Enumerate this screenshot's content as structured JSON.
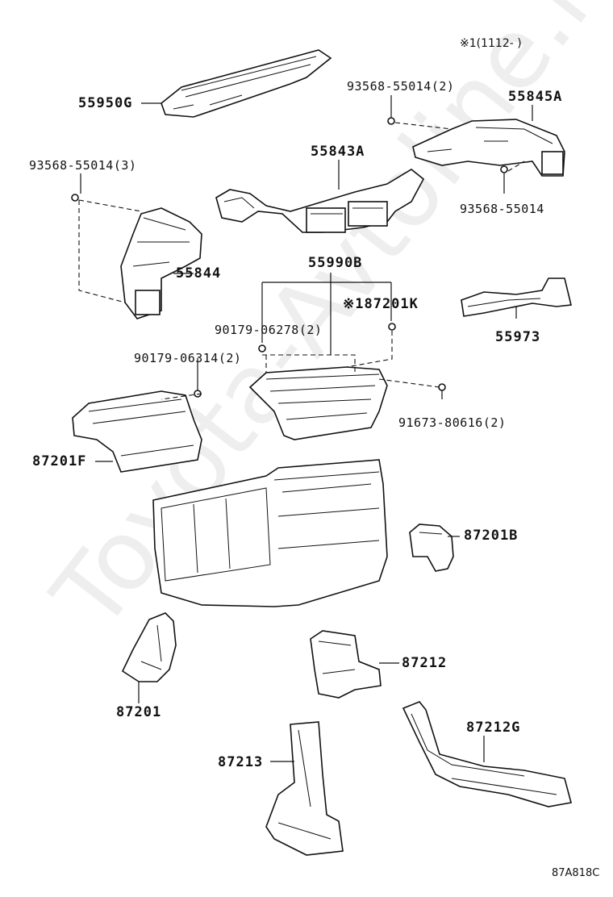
{
  "diagram": {
    "note": "※1(1112-    )",
    "code": "87A818C",
    "watermark": "Toyota-Avtoline.ru",
    "parts": [
      {
        "id": "55950G",
        "label": "55950G"
      },
      {
        "id": "93568-55014-2a",
        "label": "93568-55014(2)"
      },
      {
        "id": "55845A",
        "label": "55845A"
      },
      {
        "id": "93568-55014-3",
        "label": "93568-55014(3)"
      },
      {
        "id": "55843A",
        "label": "55843A"
      },
      {
        "id": "93568-55014",
        "label": "93568-55014"
      },
      {
        "id": "55844",
        "label": "55844"
      },
      {
        "id": "55990B",
        "label": "55990B"
      },
      {
        "id": "87201K",
        "label": "※187201K"
      },
      {
        "id": "90179-06278",
        "label": "90179-06278(2)"
      },
      {
        "id": "55973",
        "label": "55973"
      },
      {
        "id": "90179-06314",
        "label": "90179-06314(2)"
      },
      {
        "id": "91673-80616",
        "label": "91673-80616(2)"
      },
      {
        "id": "87201F",
        "label": "87201F"
      },
      {
        "id": "87201B",
        "label": "87201B"
      },
      {
        "id": "87212",
        "label": "87212"
      },
      {
        "id": "87201",
        "label": "87201"
      },
      {
        "id": "87212G",
        "label": "87212G"
      },
      {
        "id": "87213",
        "label": "87213"
      }
    ]
  }
}
